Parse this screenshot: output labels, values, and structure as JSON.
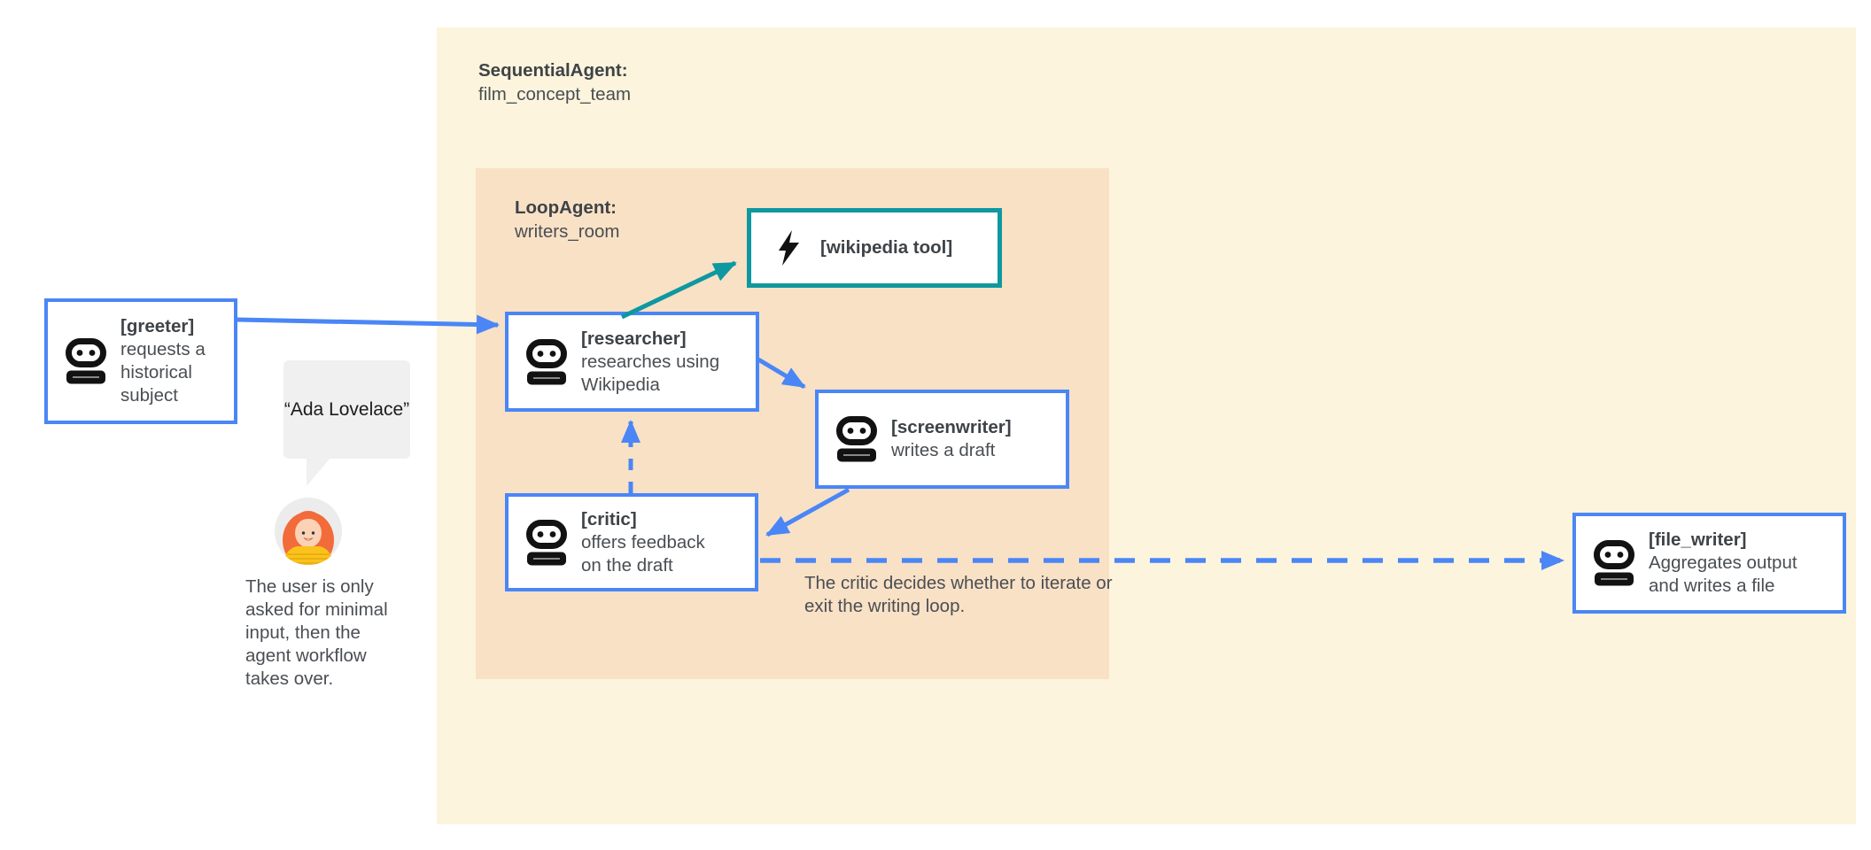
{
  "diagram": {
    "outer_group": {
      "type_label": "SequentialAgent:",
      "name": "film_concept_team"
    },
    "inner_group": {
      "type_label": "LoopAgent:",
      "name": "writers_room"
    },
    "nodes": {
      "greeter": {
        "label": "[greeter]",
        "description": "requests a historical subject"
      },
      "researcher": {
        "label": "[researcher]",
        "description": "researches using Wikipedia"
      },
      "screenwriter": {
        "label": "[screenwriter]",
        "description": "writes a draft"
      },
      "critic": {
        "label": "[critic]",
        "description": "offers feedback on the draft"
      },
      "file_writer": {
        "label": "[file_writer]",
        "description": "Aggregates output and writes a file"
      },
      "wikipedia_tool": {
        "label": "[wikipedia tool]",
        "description": ""
      }
    },
    "user_input": {
      "speech_bubble": "“Ada Lovelace”",
      "note": "The user is only asked for minimal input, then the agent workflow takes over."
    },
    "annotations": {
      "loop_exit_note": "The critic decides whether to iterate or exit the writing loop."
    },
    "edges": [
      {
        "from": "greeter",
        "to": "researcher",
        "style": "solid",
        "color": "#4A86F6"
      },
      {
        "from": "researcher",
        "to": "wikipedia_tool",
        "style": "solid",
        "color": "#0E98A0"
      },
      {
        "from": "researcher",
        "to": "screenwriter",
        "style": "solid",
        "color": "#4A86F6"
      },
      {
        "from": "screenwriter",
        "to": "critic",
        "style": "solid",
        "color": "#4A86F6"
      },
      {
        "from": "critic",
        "to": "researcher",
        "style": "dashed",
        "color": "#4A86F6"
      },
      {
        "from": "critic",
        "to": "file_writer",
        "style": "dashed",
        "color": "#4A86F6"
      }
    ],
    "colors": {
      "accent_blue": "#4A86F6",
      "accent_teal": "#0E98A0",
      "outer_group_bg": "#FCF4DC",
      "inner_group_bg": "#F9E1C6",
      "node_bg": "#FFFFFF",
      "text_dark": "#3E4347",
      "bubble_bg": "#F0F0F0"
    }
  }
}
